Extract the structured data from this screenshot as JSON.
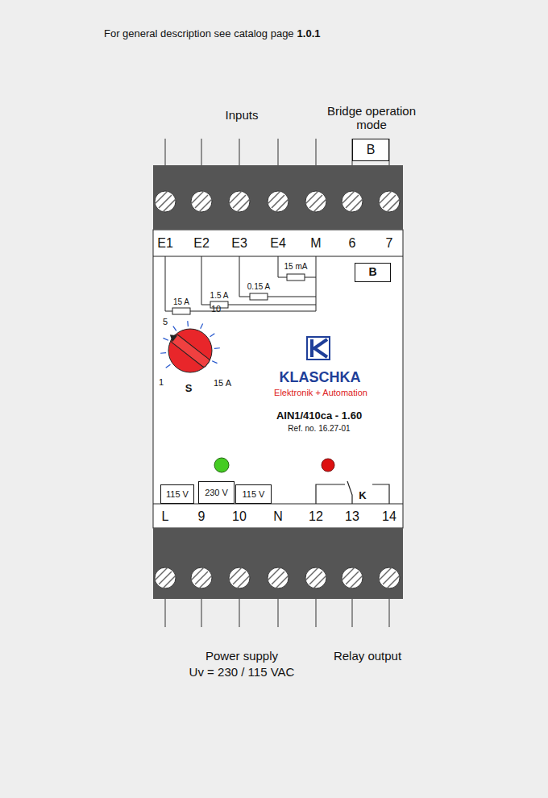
{
  "diagram": {
    "nodes": [
      {
        "text": [
          "B"
        ]
      },
      {
        "text": [
          "B"
        ]
      },
      {
        "text": [
          "115 V"
        ]
      },
      {
        "text": [
          "230 V"
        ]
      },
      {
        "text": [
          "115 V"
        ]
      }
    ],
    "labels": [
      "For general description see catalog page",
      "1.0.1",
      "Inputs",
      "Bridge operation mode",
      "E1",
      "E2",
      "E3",
      "E4",
      "M",
      "6",
      "7",
      "15 A",
      "1.5 A",
      "0.15 A",
      "15 mA",
      "5",
      "10",
      "1",
      "S",
      "15 A",
      "KLASCHKA",
      "Elektronik + Automation",
      "AIN1/410ca - 1.60",
      "Ref. no. 16.27-01",
      "K",
      "L",
      "9",
      "10",
      "N",
      "12",
      "13",
      "14",
      "Power supply",
      "Uv = 230 / 115 VAC",
      "Relay output"
    ]
  }
}
